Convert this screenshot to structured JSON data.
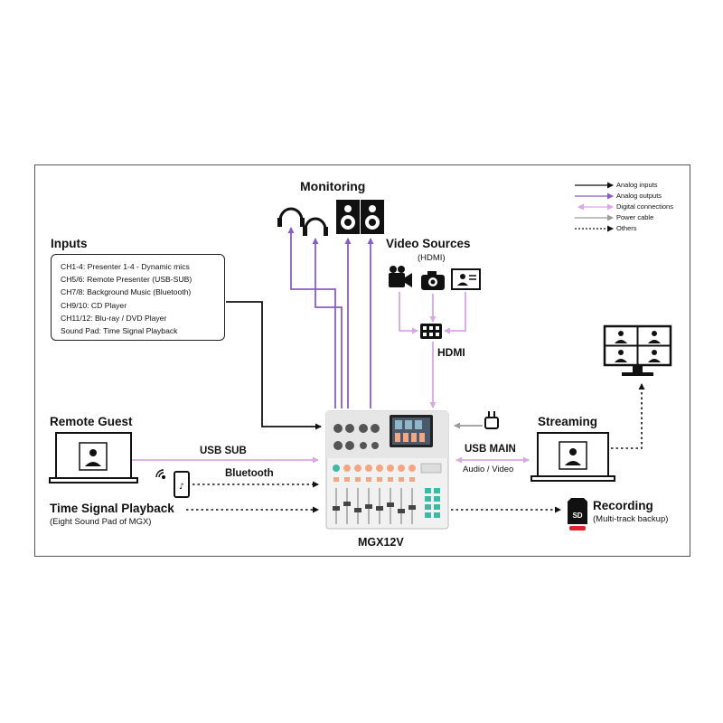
{
  "headings": {
    "monitoring": "Monitoring",
    "inputs": "Inputs",
    "video_sources": "Video Sources",
    "video_sources_sub": "(HDMI)",
    "hdmi": "HDMI",
    "remote_guest": "Remote Guest",
    "time_signal": "Time Signal Playback",
    "time_signal_sub": "(Eight Sound Pad of MGX)",
    "streaming": "Streaming",
    "recording": "Recording",
    "recording_sub": "(Multi-track backup)",
    "mixer": "MGX12V"
  },
  "inputs_list": [
    "CH1-4: Presenter 1-4 - Dynamic mics",
    "CH5/6: Remote Presenter (USB-SUB)",
    "CH7/8: Background Music (Bluetooth)",
    "CH9/10: CD Player",
    "CH11/12: Blu-ray / DVD Player",
    "Sound Pad: Time Signal Playback"
  ],
  "connections": {
    "usb_sub": "USB SUB",
    "bluetooth": "Bluetooth",
    "usb_main": "USB MAIN",
    "usb_main_sub": "Audio / Video"
  },
  "legend": [
    {
      "label": "Analog inputs",
      "color": "#111111",
      "style": "analog-in"
    },
    {
      "label": "Analog outputs",
      "color": "#8a5cc8",
      "style": "analog-out"
    },
    {
      "label": "Digital connections",
      "color": "#d9a6e6",
      "style": "digital"
    },
    {
      "label": "Power cable",
      "color": "#9a9a9a",
      "style": "power"
    },
    {
      "label": "Others",
      "color": "#111111",
      "style": "dotted"
    }
  ],
  "sd_label": "SD",
  "colors": {
    "analog_in": "#111111",
    "analog_out": "#8a5cc8",
    "digital": "#d9a6e6",
    "power": "#9a9a9a",
    "fader_accent": "#f4a582",
    "pad_accent": "#3fb8a8"
  },
  "icons": [
    "headphones-icon",
    "speaker-icon",
    "video-camera-icon",
    "photo-camera-icon",
    "presentation-screen-icon",
    "hdmi-switcher-icon",
    "laptop-icon",
    "smartphone-icon",
    "wireless-icon",
    "power-adapter-icon",
    "monitor-multiview-icon",
    "sd-card-icon",
    "mixer-icon"
  ]
}
